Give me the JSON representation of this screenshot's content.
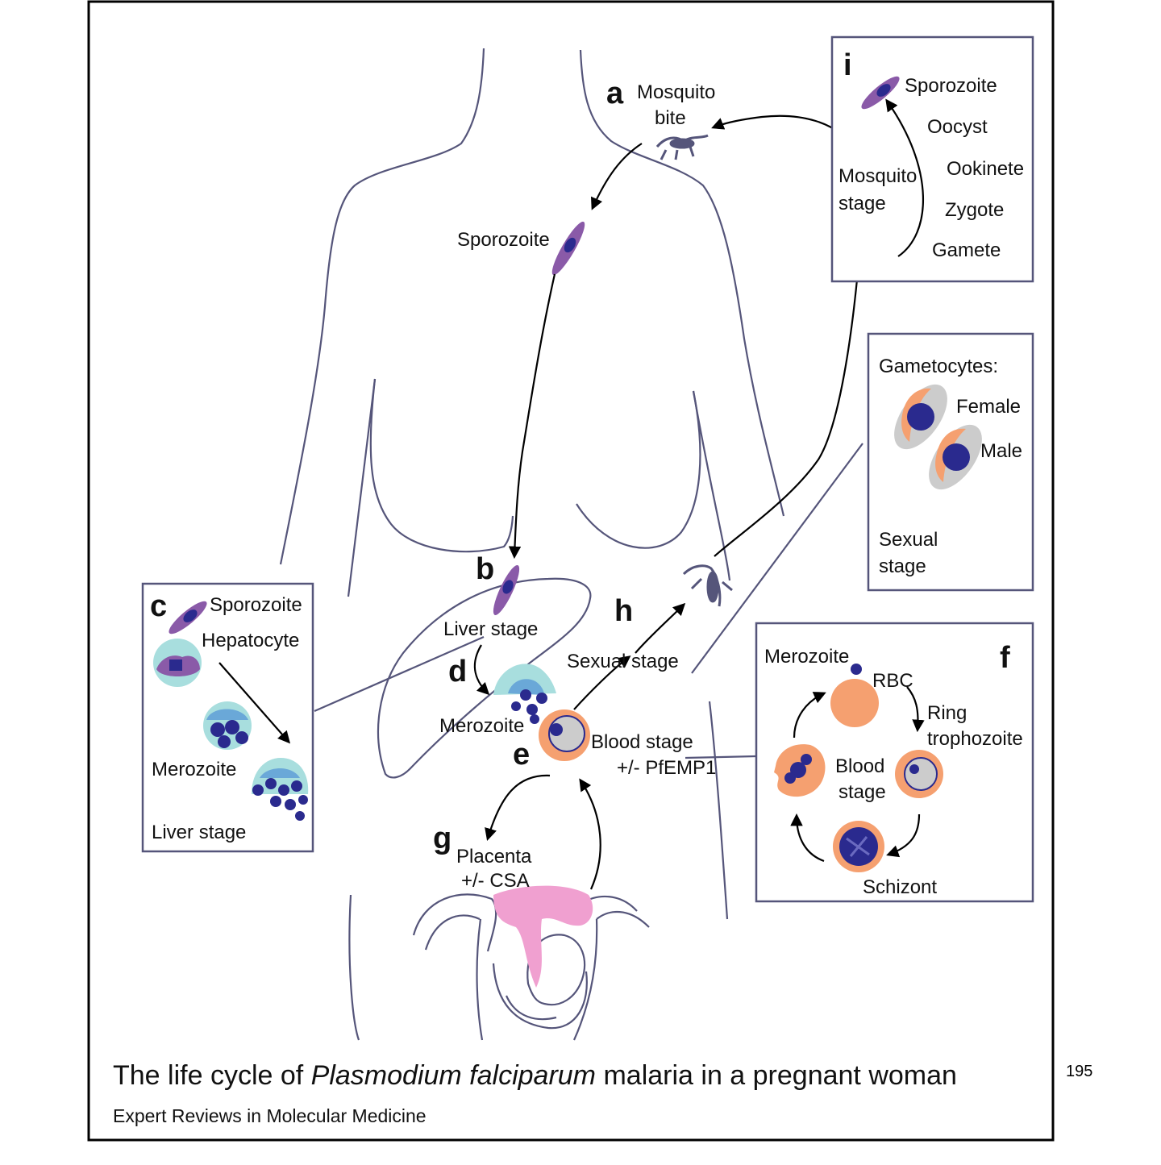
{
  "caption": {
    "title_before": "The life cycle of ",
    "title_italic": "Plasmodium falciparum",
    "title_after": " malaria in a pregnant woman",
    "source": "Expert Reviews in Molecular Medicine"
  },
  "page_number": "195",
  "colors": {
    "parasite_purple": "#8a5aa8",
    "nucleus_navy": "#2a2a8e",
    "rbc_orange": "#f5a070",
    "hepatocyte_cyan": "#a8dede",
    "placenta_pink": "#f0a0d0",
    "gametocyte_gray": "#cccccc",
    "outline": "#55557a"
  },
  "main": {
    "a": {
      "letter": "a",
      "line1": "Mosquito",
      "line2": "bite"
    },
    "sporozoite": "Sporozoite",
    "b": {
      "letter": "b",
      "label": "Liver stage"
    },
    "d": {
      "letter": "d",
      "label": "Merozoite"
    },
    "e": {
      "letter": "e",
      "line1": "Blood stage",
      "line2": "+/- PfEMP1"
    },
    "h": {
      "letter": "h",
      "label": "Sexual stage"
    },
    "g": {
      "letter": "g",
      "line1": "Placenta",
      "line2": "+/- CSA"
    }
  },
  "box_i": {
    "letter": "i",
    "sporozoite": "Sporozoite",
    "oocyst": "Oocyst",
    "ookinete": "Ookinete",
    "zygote": "Zygote",
    "gamete": "Gamete",
    "mosquito_stage_line1": "Mosquito",
    "mosquito_stage_line2": "stage"
  },
  "box_gametocytes": {
    "title": "Gametocytes:",
    "female": "Female",
    "male": "Male",
    "sexual_line1": "Sexual",
    "sexual_line2": "stage"
  },
  "box_c": {
    "letter": "c",
    "sporozoite": "Sporozoite",
    "hepatocyte": "Hepatocyte",
    "merozoite": "Merozoite",
    "liver_stage": "Liver stage"
  },
  "box_f": {
    "letter": "f",
    "merozoite": "Merozoite",
    "rbc": "RBC",
    "ring_line1": "Ring",
    "ring_line2": "trophozoite",
    "blood_line1": "Blood",
    "blood_line2": "stage",
    "schizont": "Schizont"
  }
}
